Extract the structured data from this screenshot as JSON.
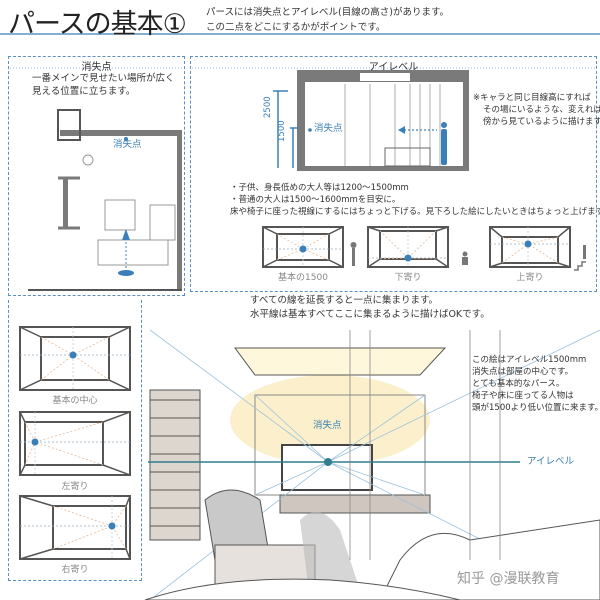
{
  "header": {
    "title": "パースの基本①",
    "subtitle_lines": [
      "パースには消失点とアイレベル(目線の高さ)があります。",
      "この二点をどこにするかがポイントです。"
    ]
  },
  "vanishing_point_panel": {
    "heading": "消失点",
    "text_lines": [
      "一番メインで見せたい場所が広く",
      "見える位置に立ちます。"
    ],
    "plan_label": "消失点"
  },
  "eye_level_panel": {
    "heading": "アイレベル",
    "dimension_labels": [
      "2500",
      "1500"
    ],
    "section_label": "消失点",
    "note_lines": [
      "※キャラと同じ目線高にすれば",
      "その場にいるような、変えれば",
      "傍から見ているように描けます"
    ],
    "bullets": [
      "・子供、身長低めの大人等は1200〜1500mm",
      "・普通の大人は1500〜1600mmを目安に。",
      "床や椅子に座った視線にするにはちょっと下げる。見下ろした絵にしたいときはちょっと上げます。"
    ],
    "examples": [
      {
        "label": "基本の1500",
        "vp": "center"
      },
      {
        "label": "下寄り",
        "vp": "low"
      },
      {
        "label": "上寄り",
        "vp": "high"
      }
    ]
  },
  "vp_position_examples": [
    {
      "label": "基本の中心",
      "vp": "center"
    },
    {
      "label": "左寄り",
      "vp": "left"
    },
    {
      "label": "右寄り",
      "vp": "right"
    }
  ],
  "illustration": {
    "intro_lines": [
      "すべての線を延長すると一点に集まります。",
      "水平線は基本すべてここに集まるように描けばOKです。"
    ],
    "note_lines": [
      "この絵はアイレベル1500mm",
      "消失点は部屋の中心です。",
      "とても基本的なパース。",
      "椅子や床に座ってる人物は",
      "頭が1500より低い位置に来ます。"
    ],
    "vp_label": "消失点",
    "eye_level_label": "アイレベル"
  },
  "watermark": "知乎 @漫联教育",
  "colors": {
    "accent": "#3a7fb8",
    "panel_border": "#5b8fc4",
    "wall": "#7a7a7a",
    "light": "#f8e6a8"
  }
}
